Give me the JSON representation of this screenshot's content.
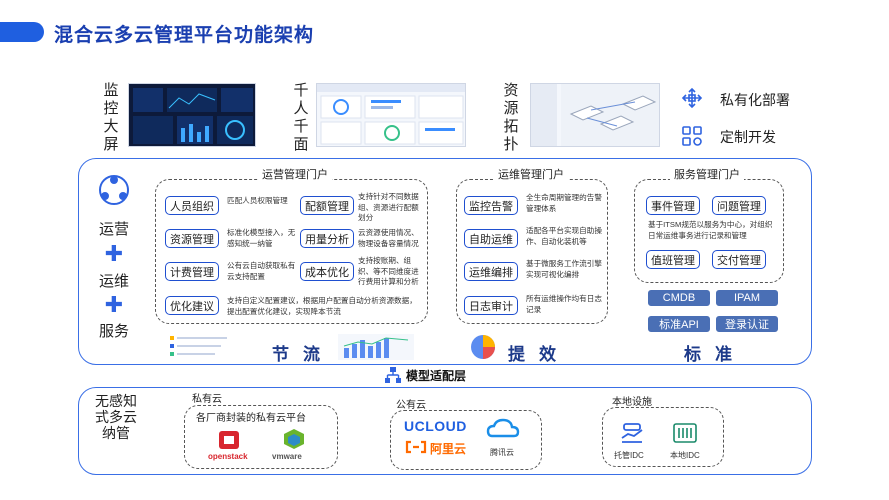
{
  "header": {
    "title": "混合云多云管理平台功能架构"
  },
  "top": {
    "screens": [
      {
        "label": "监控大屏"
      },
      {
        "label": "千人千面"
      },
      {
        "label": "资源拓扑"
      }
    ],
    "legend": [
      {
        "icon": "deploy-arrows-icon",
        "label": "私有化部署"
      },
      {
        "icon": "custom-dev-icon",
        "label": "定制开发"
      }
    ]
  },
  "left": {
    "items": [
      "运营",
      "运维",
      "服务"
    ]
  },
  "ops_portal": {
    "title": "运营管理门户",
    "rows": [
      {
        "btn": "人员组织",
        "desc": "匹配人员权限管理",
        "btn2": "配额管理",
        "desc2": "支持针对不同数据组、资源进行配额划分"
      },
      {
        "btn": "资源管理",
        "desc": "标准化模型接入，无感知统一纳管",
        "btn2": "用量分析",
        "desc2": "云资源使用情况、物理设备容量情况"
      },
      {
        "btn": "计费管理",
        "desc": "公有云自动获取私有云支持配置",
        "btn2": "成本优化",
        "desc2": "支持按账期、组织、等不同维度进行费用计算和分析"
      },
      {
        "btn": "优化建议",
        "desc": "支持自定义配置建议，根据用户配置自动分析资源数据，提出配置优化建议，实现降本节流"
      }
    ],
    "keyword": "节流"
  },
  "devops_portal": {
    "title": "运维管理门户",
    "rows": [
      {
        "btn": "监控告警",
        "desc": "全生命周期管理的告警管理体系"
      },
      {
        "btn": "自助运维",
        "desc": "适配各平台实现自助操作、自动化装机等"
      },
      {
        "btn": "运维编排",
        "desc": "基于微服务工作流引擎实现可视化编排"
      },
      {
        "btn": "日志审计",
        "desc": "所有运维操作均有日志记录"
      }
    ],
    "keyword": "提效"
  },
  "service_portal": {
    "title": "服务管理门户",
    "btns_top": [
      "事件管理",
      "问题管理"
    ],
    "desc": "基于ITSM规范以服务为中心，对组织日常运维事务进行记录和管理",
    "btns_mid": [
      "值班管理",
      "交付管理"
    ],
    "btns_bottom": [
      "CMDB",
      "IPAM",
      "标准API",
      "登录认证"
    ],
    "keyword": "标准"
  },
  "adapter": {
    "label": "模型适配层"
  },
  "bottom": {
    "left_label": "无感知式多云纳管",
    "private": {
      "title": "私有云",
      "subtitle": "各厂商封装的私有云平台",
      "logos": [
        "openstack",
        "vmware"
      ]
    },
    "public": {
      "title": "公有云",
      "logos": [
        "UCLOUD",
        "阿里云",
        "腾讯云"
      ]
    },
    "local": {
      "title": "本地设施",
      "items": [
        "托管IDC",
        "本地IDC"
      ]
    }
  },
  "colors": {
    "brand": "#1f5fe0",
    "dark_title": "#1a3fb0",
    "accent_blue": "#3a6fe6",
    "solid_pill": "#4a6fb5"
  }
}
